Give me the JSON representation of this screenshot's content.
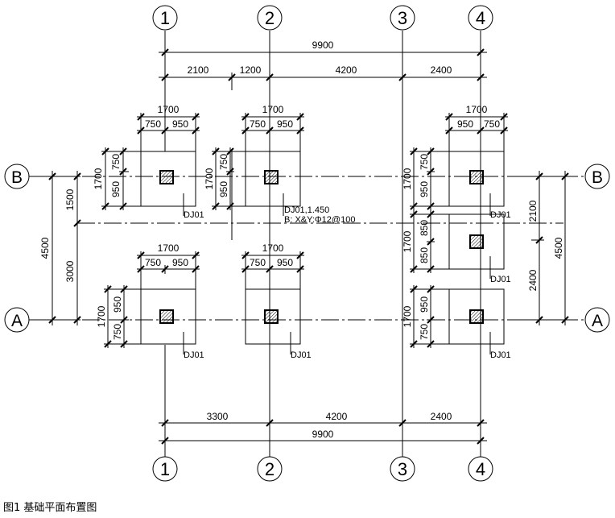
{
  "axes": {
    "columns": [
      "1",
      "2",
      "3",
      "4"
    ],
    "rows": [
      "A",
      "B"
    ]
  },
  "dimensions": {
    "top_overall": "9900",
    "top_spans": [
      "2100",
      "1200",
      "4200",
      "2400"
    ],
    "bottom_spans": [
      "3300",
      "4200",
      "2400"
    ],
    "bottom_overall": "9900",
    "left_overall": "4500",
    "left_spans": [
      "1500",
      "3000"
    ],
    "right_overall": "4500",
    "right_spans": [
      "2100",
      "2400"
    ]
  },
  "footings": {
    "size": "1700",
    "offset_a": "750",
    "offset_b": "950",
    "col3_upper": "850",
    "col3_lower": "850",
    "label": "DJ01"
  },
  "footing_note": {
    "line1": "DJ01,1.450",
    "line2": "B: X&Y:Φ12@100"
  },
  "caption": "图1 基础平面布置图"
}
